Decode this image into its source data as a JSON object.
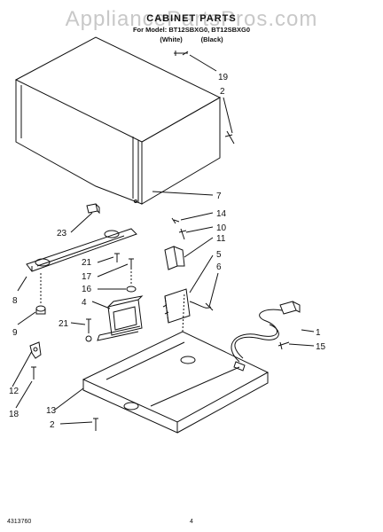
{
  "watermark": "AppliancePartsPros.com",
  "header": {
    "title": "CABINET PARTS",
    "models": "For Model: BT12SBXG0, BT12SBXG0",
    "colors": "(White)          (Black)"
  },
  "callouts": [
    {
      "id": "19"
    },
    {
      "id": "2"
    },
    {
      "id": "7"
    },
    {
      "id": "14"
    },
    {
      "id": "10"
    },
    {
      "id": "23"
    },
    {
      "id": "11"
    },
    {
      "id": "5"
    },
    {
      "id": "6"
    },
    {
      "id": "21"
    },
    {
      "id": "17"
    },
    {
      "id": "16"
    },
    {
      "id": "8"
    },
    {
      "id": "4"
    },
    {
      "id": "9"
    },
    {
      "id": "21"
    },
    {
      "id": "1"
    },
    {
      "id": "15"
    },
    {
      "id": "12"
    },
    {
      "id": "18"
    },
    {
      "id": "13"
    },
    {
      "id": "2"
    }
  ],
  "footer": {
    "doc_number": "4313760",
    "page_number": "4"
  },
  "colors": {
    "line": "#111111",
    "watermark": "#c8c8c8"
  }
}
